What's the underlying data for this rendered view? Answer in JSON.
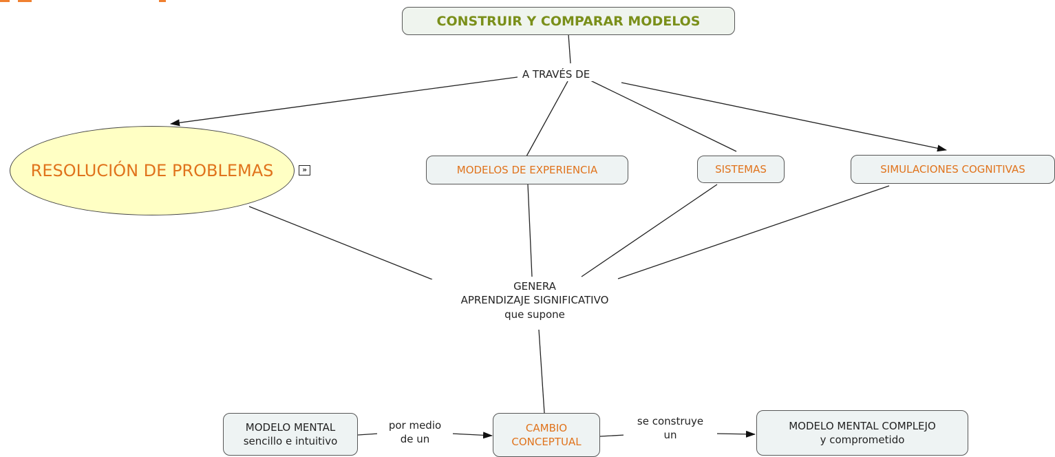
{
  "nodes": {
    "root": "CONSTRUIR Y COMPARAR MODELOS",
    "resolucion": "RESOLUCIÓN DE PROBLEMAS",
    "experiencia": "MODELOS DE EXPERIENCIA",
    "sistemas": "SISTEMAS",
    "simulaciones": "SIMULACIONES COGNITIVAS",
    "cambio_line1": "CAMBIO",
    "cambio_line2": "CONCEPTUAL",
    "mental_simple_line1": "MODELO MENTAL",
    "mental_simple_line2": "sencillo e intuitivo",
    "mental_complejo_line1": "MODELO MENTAL COMPLEJO",
    "mental_complejo_line2": "y comprometido"
  },
  "links": {
    "traves": "A TRAVÉS DE",
    "genera_line1": "GENERA",
    "genera_line2": "APRENDIZAJE SIGNIFICATIVO",
    "genera_line3": "que supone",
    "por_medio_line1": "por medio",
    "por_medio_line2": "de un",
    "construye_line1": "se construye",
    "construye_line2": "un"
  },
  "icons": {
    "expand": "expand-icon",
    "arrowhead": "arrowhead-icon"
  },
  "expand_symbol": "»",
  "colors": {
    "concept_text": "#e0731c",
    "root_text": "#7a8f1a",
    "ellipse_fill": "#ffffc4",
    "node_fill": "#eef3f3"
  }
}
